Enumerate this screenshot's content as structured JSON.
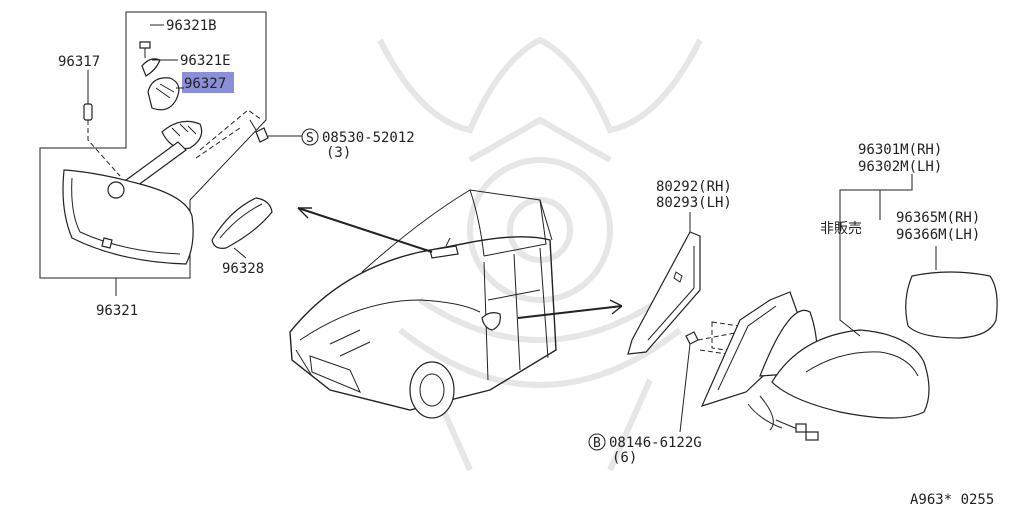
{
  "parts": {
    "p96321B": "96321B",
    "p96321E": "96321E",
    "p96327": "96327",
    "p96317": "96317",
    "p96328": "96328",
    "p96321": "96321",
    "bolt_s_symbol": "S",
    "bolt_s_number": "08530-52012",
    "bolt_s_qty": "(3)",
    "p80292": "80292(RH)",
    "p80293": "80293(LH)",
    "p96301M": "96301M(RH)",
    "p96302M": "96302M(LH)",
    "not_for_sale": "非販売",
    "p96365M": "96365M(RH)",
    "p96366M": "96366M(LH)",
    "bolt_b_symbol": "B",
    "bolt_b_number": "08146-6122G",
    "bolt_b_qty": "(6)"
  },
  "diagram_code": "A963* 0255",
  "colors": {
    "highlight": "#8a8fd8",
    "line": "#222222",
    "watermark": "#e6e6e6"
  }
}
